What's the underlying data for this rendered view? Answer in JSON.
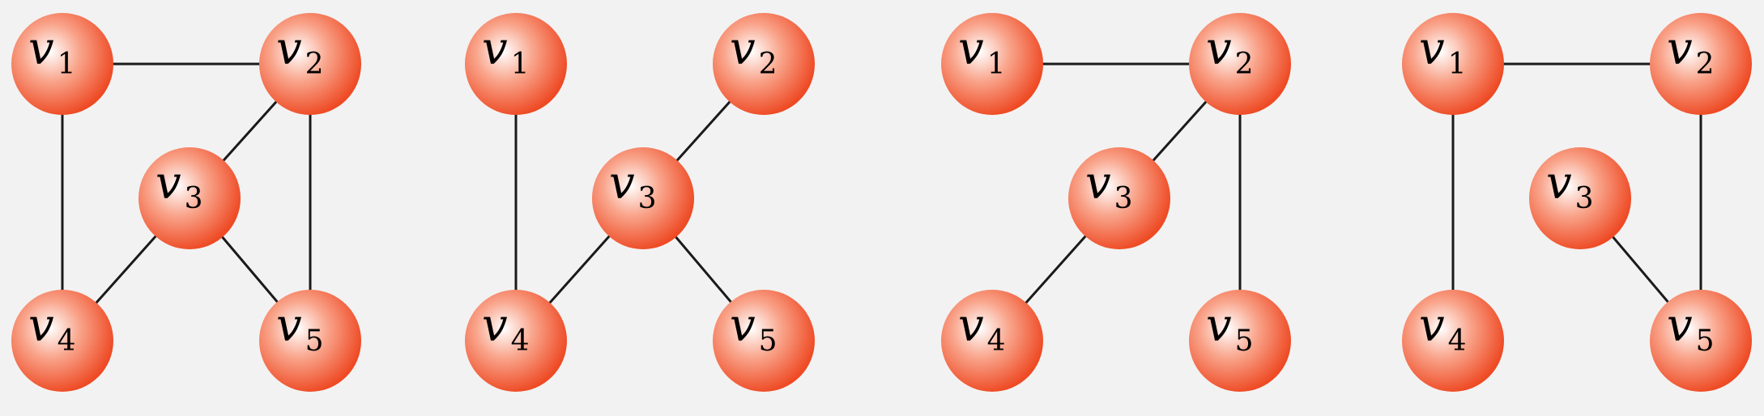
{
  "colors": {
    "background": "#f2f2f2",
    "node_center": "#ffffff",
    "node_mid": "#f9a58c",
    "node_edge": "#ee4a24",
    "edge": "#1a1a1a"
  },
  "graphs": [
    {
      "nodes": [
        {
          "id": "v1",
          "letter": "v",
          "sub": "1"
        },
        {
          "id": "v2",
          "letter": "v",
          "sub": "2"
        },
        {
          "id": "v3",
          "letter": "v",
          "sub": "3"
        },
        {
          "id": "v4",
          "letter": "v",
          "sub": "4"
        },
        {
          "id": "v5",
          "letter": "v",
          "sub": "5"
        }
      ],
      "edges": [
        [
          "v1",
          "v2"
        ],
        [
          "v1",
          "v4"
        ],
        [
          "v2",
          "v3"
        ],
        [
          "v2",
          "v5"
        ],
        [
          "v3",
          "v4"
        ],
        [
          "v3",
          "v5"
        ]
      ]
    },
    {
      "nodes": [
        {
          "id": "v1",
          "letter": "v",
          "sub": "1"
        },
        {
          "id": "v2",
          "letter": "v",
          "sub": "2"
        },
        {
          "id": "v3",
          "letter": "v",
          "sub": "3"
        },
        {
          "id": "v4",
          "letter": "v",
          "sub": "4"
        },
        {
          "id": "v5",
          "letter": "v",
          "sub": "5"
        }
      ],
      "edges": [
        [
          "v1",
          "v4"
        ],
        [
          "v2",
          "v3"
        ],
        [
          "v3",
          "v4"
        ],
        [
          "v3",
          "v5"
        ]
      ]
    },
    {
      "nodes": [
        {
          "id": "v1",
          "letter": "v",
          "sub": "1"
        },
        {
          "id": "v2",
          "letter": "v",
          "sub": "2"
        },
        {
          "id": "v3",
          "letter": "v",
          "sub": "3"
        },
        {
          "id": "v4",
          "letter": "v",
          "sub": "4"
        },
        {
          "id": "v5",
          "letter": "v",
          "sub": "5"
        }
      ],
      "edges": [
        [
          "v1",
          "v2"
        ],
        [
          "v2",
          "v3"
        ],
        [
          "v2",
          "v5"
        ],
        [
          "v3",
          "v4"
        ]
      ]
    },
    {
      "nodes": [
        {
          "id": "v1",
          "letter": "v",
          "sub": "1"
        },
        {
          "id": "v2",
          "letter": "v",
          "sub": "2"
        },
        {
          "id": "v3",
          "letter": "v",
          "sub": "3"
        },
        {
          "id": "v4",
          "letter": "v",
          "sub": "4"
        },
        {
          "id": "v5",
          "letter": "v",
          "sub": "5"
        }
      ],
      "edges": [
        [
          "v1",
          "v2"
        ],
        [
          "v1",
          "v4"
        ],
        [
          "v2",
          "v5"
        ],
        [
          "v3",
          "v5"
        ]
      ]
    }
  ]
}
